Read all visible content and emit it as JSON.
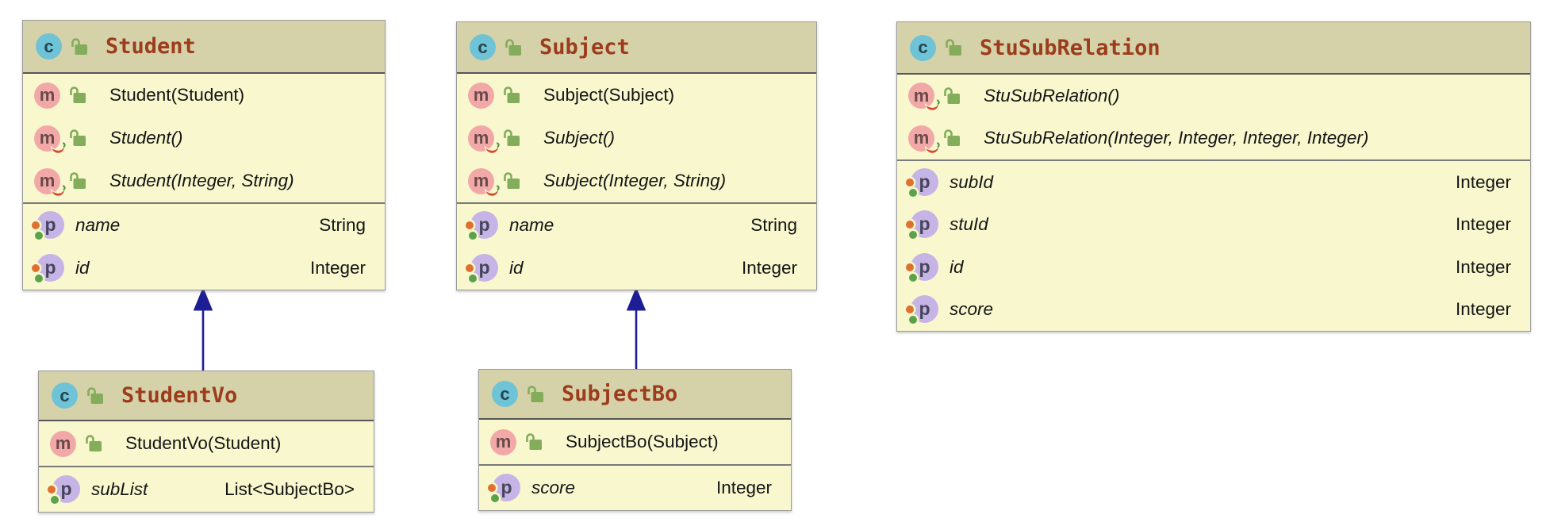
{
  "diagram": {
    "background_color": "#ffffff",
    "header_color": "#d5d2a9",
    "body_color": "#f8f7ce",
    "title_color": "#9c3c1c",
    "arrow_color": "#1d1d96",
    "class_icon_color": "#6fc3d6",
    "method_icon_color": "#f3a8a8",
    "property_icon_color": "#c7b4e6",
    "lock_icon_color": "#84ad5b"
  },
  "icons": {
    "class_letter": "c",
    "method_letter": "m",
    "property_letter": "p"
  },
  "classes": {
    "student": {
      "title": "Student",
      "methods": [
        {
          "label": "Student(Student)",
          "generated": false
        },
        {
          "label": "Student()",
          "generated": true
        },
        {
          "label": "Student(Integer, String)",
          "generated": true
        }
      ],
      "properties": [
        {
          "name": "name",
          "type": "String"
        },
        {
          "name": "id",
          "type": "Integer"
        }
      ]
    },
    "subject": {
      "title": "Subject",
      "methods": [
        {
          "label": "Subject(Subject)",
          "generated": false
        },
        {
          "label": "Subject()",
          "generated": true
        },
        {
          "label": "Subject(Integer, String)",
          "generated": true
        }
      ],
      "properties": [
        {
          "name": "name",
          "type": "String"
        },
        {
          "name": "id",
          "type": "Integer"
        }
      ]
    },
    "stusubrelation": {
      "title": "StuSubRelation",
      "methods": [
        {
          "label": "StuSubRelation()",
          "generated": true
        },
        {
          "label": "StuSubRelation(Integer, Integer, Integer, Integer)",
          "generated": true
        }
      ],
      "properties": [
        {
          "name": "subId",
          "type": "Integer"
        },
        {
          "name": "stuId",
          "type": "Integer"
        },
        {
          "name": "id",
          "type": "Integer"
        },
        {
          "name": "score",
          "type": "Integer"
        }
      ]
    },
    "studentvo": {
      "title": "StudentVo",
      "methods": [
        {
          "label": "StudentVo(Student)",
          "generated": false
        }
      ],
      "properties": [
        {
          "name": "subList",
          "type": "List<SubjectBo>"
        }
      ]
    },
    "subjectbo": {
      "title": "SubjectBo",
      "methods": [
        {
          "label": "SubjectBo(Subject)",
          "generated": false
        }
      ],
      "properties": [
        {
          "name": "score",
          "type": "Integer"
        }
      ]
    }
  },
  "relations": [
    {
      "from": "StudentVo",
      "to": "Student",
      "kind": "inheritance"
    },
    {
      "from": "SubjectBo",
      "to": "Subject",
      "kind": "inheritance"
    }
  ]
}
